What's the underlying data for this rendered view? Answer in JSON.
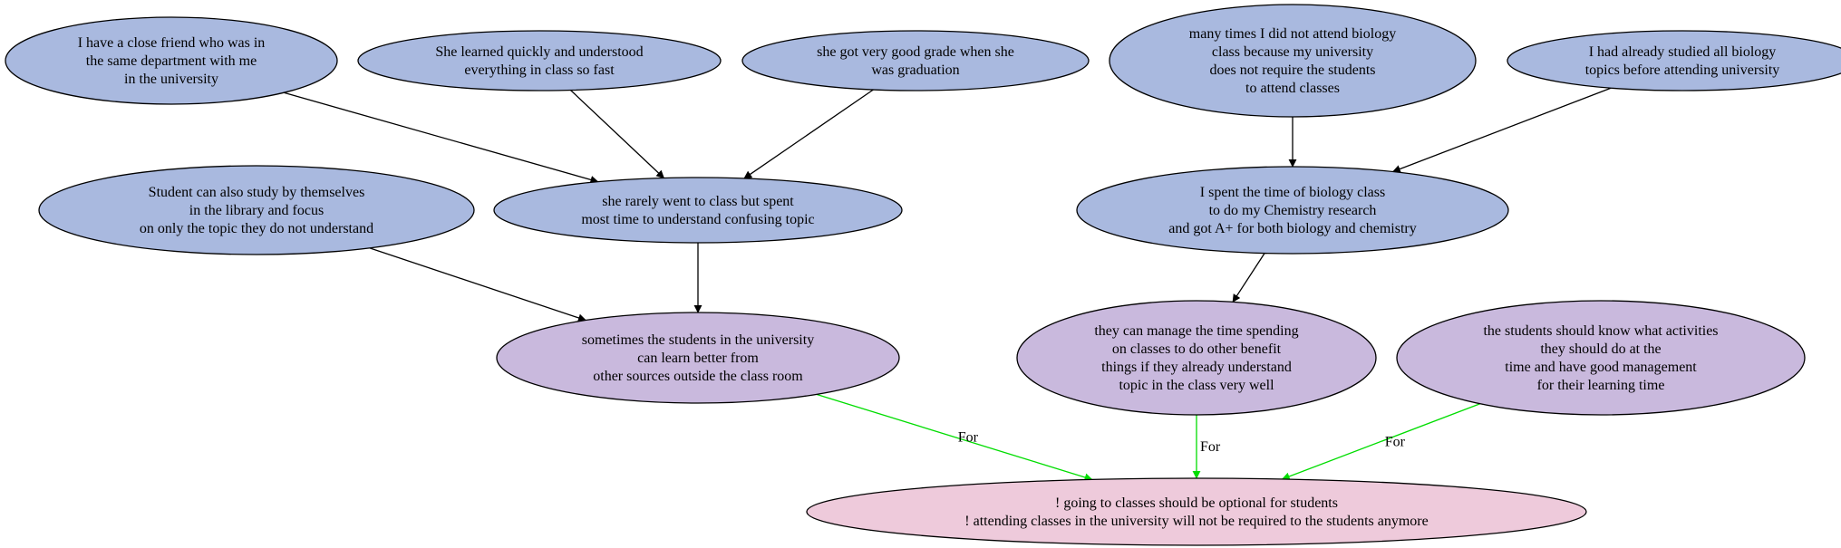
{
  "colors": {
    "premise": "#a9b9df",
    "claim": "#c9b9dd",
    "conclusion": "#eecadb",
    "stroke": "#000000",
    "support_edge": "#000000",
    "for_edge": "#00dd00"
  },
  "nodes": [
    {
      "id": "n1",
      "kind": "premise",
      "lines": [
        "I have a close friend who was in",
        "the same department with me",
        "in the university"
      ]
    },
    {
      "id": "n2",
      "kind": "premise",
      "lines": [
        "She learned quickly and understood",
        "everything in class so fast"
      ]
    },
    {
      "id": "n3",
      "kind": "premise",
      "lines": [
        "she got very good grade when she",
        "was graduation"
      ]
    },
    {
      "id": "n4",
      "kind": "premise",
      "lines": [
        "many times I did not attend biology",
        "class because my university",
        "does not require the students",
        "to attend classes"
      ]
    },
    {
      "id": "n5",
      "kind": "premise",
      "lines": [
        "I had already studied all biology",
        "topics before attending university"
      ]
    },
    {
      "id": "n6",
      "kind": "premise",
      "lines": [
        "Student can also study by themselves",
        "in the library and focus",
        "on only the topic they do not understand"
      ]
    },
    {
      "id": "n7",
      "kind": "premise",
      "lines": [
        "she rarely went to class but spent",
        "most time to understand confusing topic"
      ]
    },
    {
      "id": "n8",
      "kind": "premise",
      "lines": [
        "I spent the time of biology class",
        "to do my Chemistry research",
        "and got A+ for both biology and chemistry"
      ]
    },
    {
      "id": "n9",
      "kind": "claim",
      "lines": [
        "sometimes the students in the university",
        "can learn better from",
        "other sources outside the class room"
      ]
    },
    {
      "id": "n10",
      "kind": "claim",
      "lines": [
        "they can manage the time spending",
        "on classes to do other benefit",
        "things if they already understand",
        "topic in the class very well"
      ]
    },
    {
      "id": "n11",
      "kind": "claim",
      "lines": [
        "the students should know what activities",
        "they should do at the",
        "time and have good management",
        "for their learning time"
      ]
    },
    {
      "id": "n12",
      "kind": "conclusion",
      "lines": [
        "! going to classes should be optional for students",
        "! attending classes in the university will not be required to the students anymore"
      ]
    }
  ],
  "edges": [
    {
      "id": "e1",
      "from": "n1",
      "to": "n7",
      "type": "support",
      "label": ""
    },
    {
      "id": "e2",
      "from": "n2",
      "to": "n7",
      "type": "support",
      "label": ""
    },
    {
      "id": "e3",
      "from": "n3",
      "to": "n7",
      "type": "support",
      "label": ""
    },
    {
      "id": "e4",
      "from": "n4",
      "to": "n8",
      "type": "support",
      "label": ""
    },
    {
      "id": "e5",
      "from": "n5",
      "to": "n8",
      "type": "support",
      "label": ""
    },
    {
      "id": "e6",
      "from": "n6",
      "to": "n9",
      "type": "support",
      "label": ""
    },
    {
      "id": "e7",
      "from": "n7",
      "to": "n9",
      "type": "support",
      "label": ""
    },
    {
      "id": "e8",
      "from": "n8",
      "to": "n10",
      "type": "support",
      "label": ""
    },
    {
      "id": "e9",
      "from": "n9",
      "to": "n12",
      "type": "for",
      "label": "For"
    },
    {
      "id": "e10",
      "from": "n10",
      "to": "n12",
      "type": "for",
      "label": "For"
    },
    {
      "id": "e11",
      "from": "n11",
      "to": "n12",
      "type": "for",
      "label": "For"
    }
  ]
}
